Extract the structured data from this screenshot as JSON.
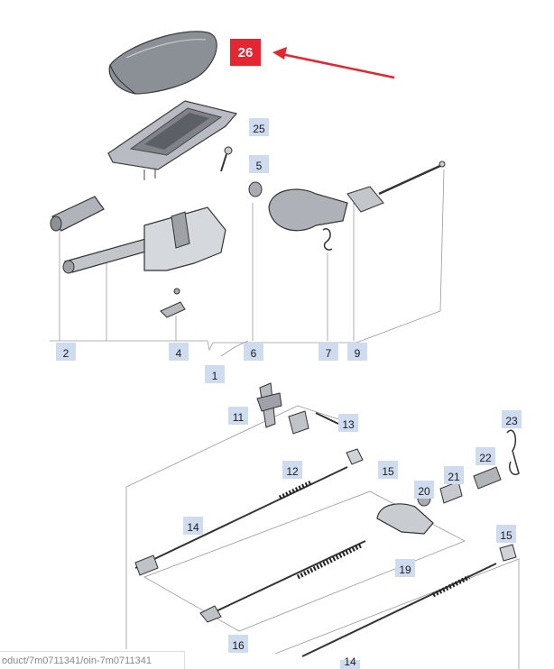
{
  "diagram": {
    "highlight_label": "26",
    "callouts": [
      "25",
      "5",
      "2",
      "4",
      "6",
      "7",
      "9",
      "1",
      "11",
      "13",
      "12",
      "15",
      "23",
      "22",
      "21",
      "20",
      "14",
      "19",
      "15",
      "16",
      "14"
    ]
  },
  "status_bar": {
    "url_text": "oduct/7m0711341/oin-7m0711341"
  },
  "colors": {
    "highlight": "#e3262f",
    "callout_bg": "#cfdcef",
    "arrow": "#e3262f"
  }
}
